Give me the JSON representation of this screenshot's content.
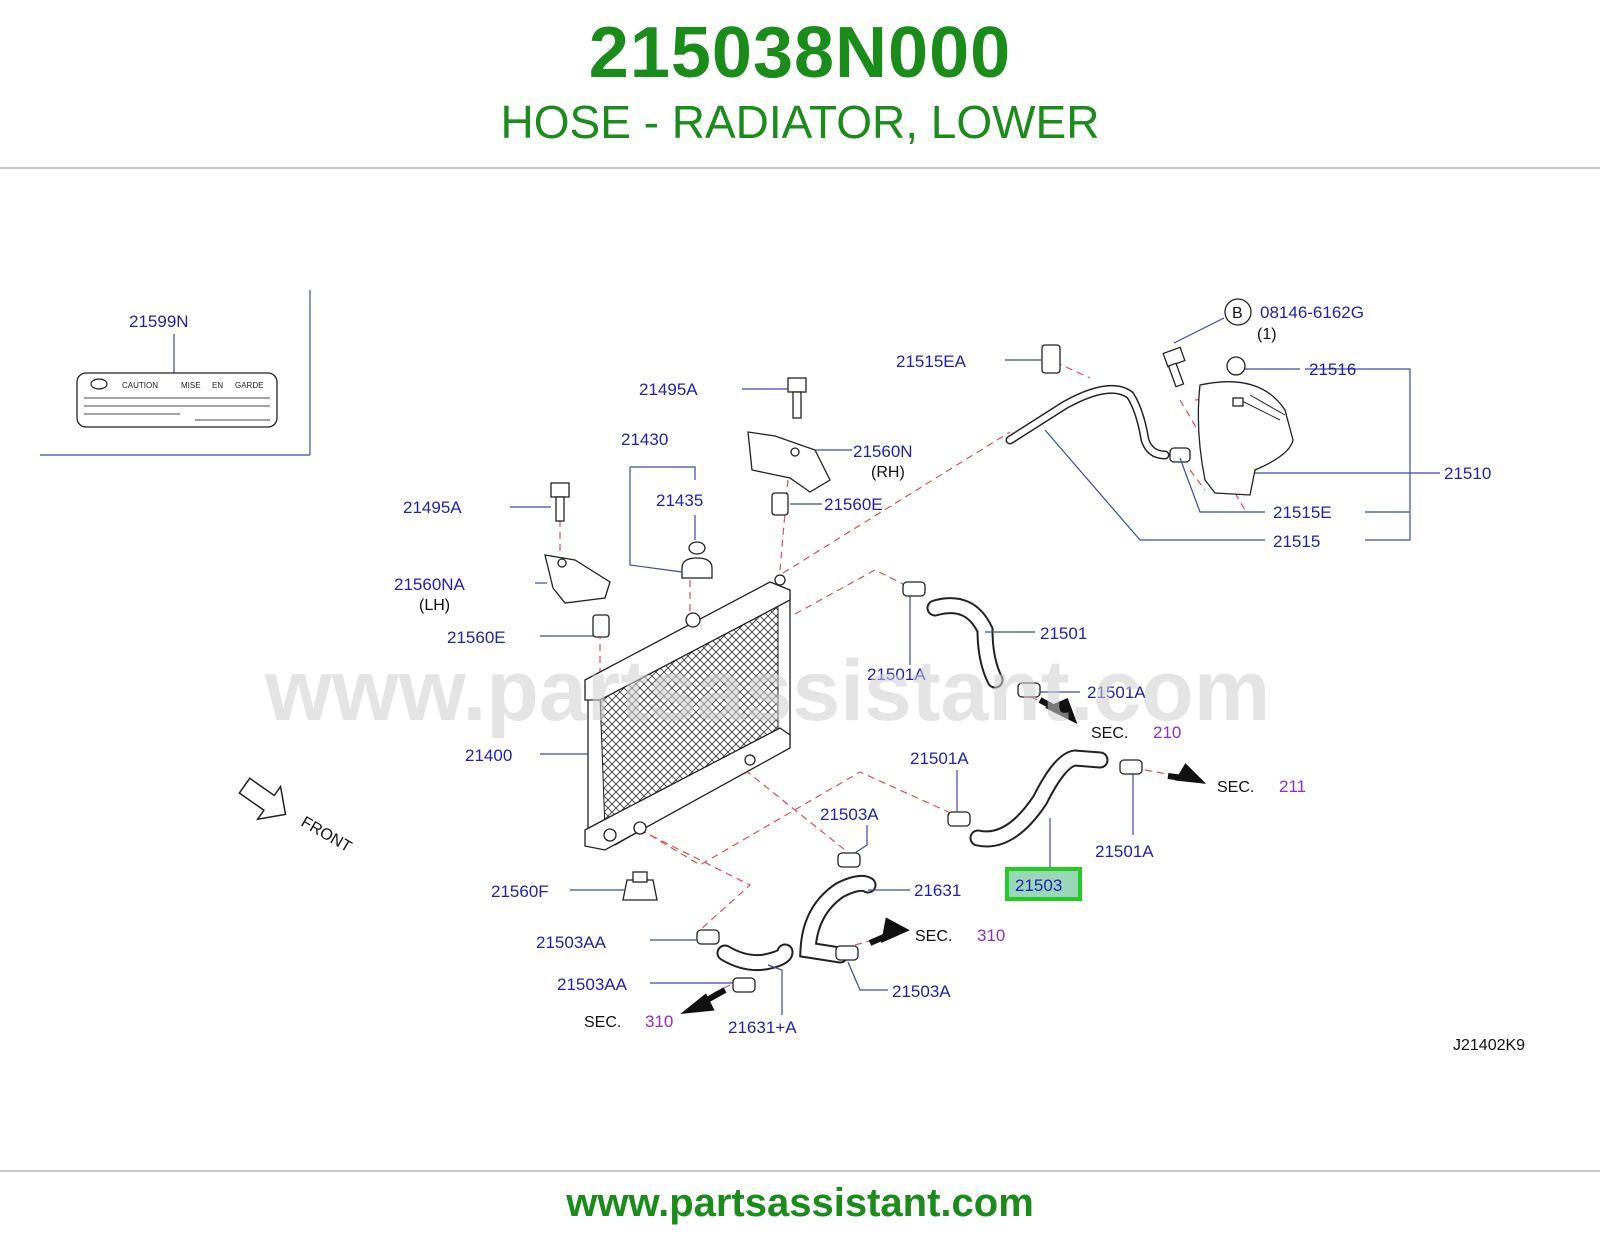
{
  "header": {
    "part_number": "215038N000",
    "part_title": "HOSE - RADIATOR, LOWER"
  },
  "footer": {
    "url": "www.partsassistant.com"
  },
  "watermark": "www.partsassistant.com",
  "colors": {
    "title_green": "#1a8c1a",
    "label_blue": "#1f1fb4",
    "sec_purple": "#8a2be2",
    "highlight": "#22cc22"
  },
  "inset": {
    "label": "21599N",
    "caution_words": [
      "CAUTION",
      "MISE",
      "EN",
      "GARDE"
    ]
  },
  "labels": {
    "l21599N": "21599N",
    "l21495A_top": "21495A",
    "l21430": "21430",
    "l21560N": "21560N",
    "l21560N_rh": "(RH)",
    "l21435": "21435",
    "l21560E_top": "21560E",
    "l21495A_left": "21495A",
    "l21560NA": "21560NA",
    "l21560NA_lh": "(LH)",
    "l21560E_left": "21560E",
    "l21400": "21400",
    "l21560F": "21560F",
    "l21503AA_1": "21503AA",
    "l21503AA_2": "21503AA",
    "l21631A": "21631+A",
    "l21503A_top": "21503A",
    "l21631": "21631",
    "l21503A_bot": "21503A",
    "l21501A_1": "21501A",
    "l21501": "21501",
    "l21501A_2": "21501A",
    "l21501A_3": "21501A",
    "l21501A_4": "21501A",
    "l21503": "21503",
    "l21515EA": "21515EA",
    "lB": "B",
    "l08146": "08146-6162G",
    "l08146_qty": "(1)",
    "l21516": "21516",
    "l21510": "21510",
    "l21515E": "21515E",
    "l21515": "21515",
    "front": "FRONT",
    "diagram_code": "J21402K9"
  },
  "sec_refs": [
    {
      "word": "SEC.",
      "number": "210"
    },
    {
      "word": "SEC.",
      "number": "211"
    },
    {
      "word": "SEC.",
      "number": "310"
    },
    {
      "word": "SEC.",
      "number": "310"
    }
  ],
  "icons": [
    "front-arrow-icon",
    "direction-arrow-icon"
  ]
}
